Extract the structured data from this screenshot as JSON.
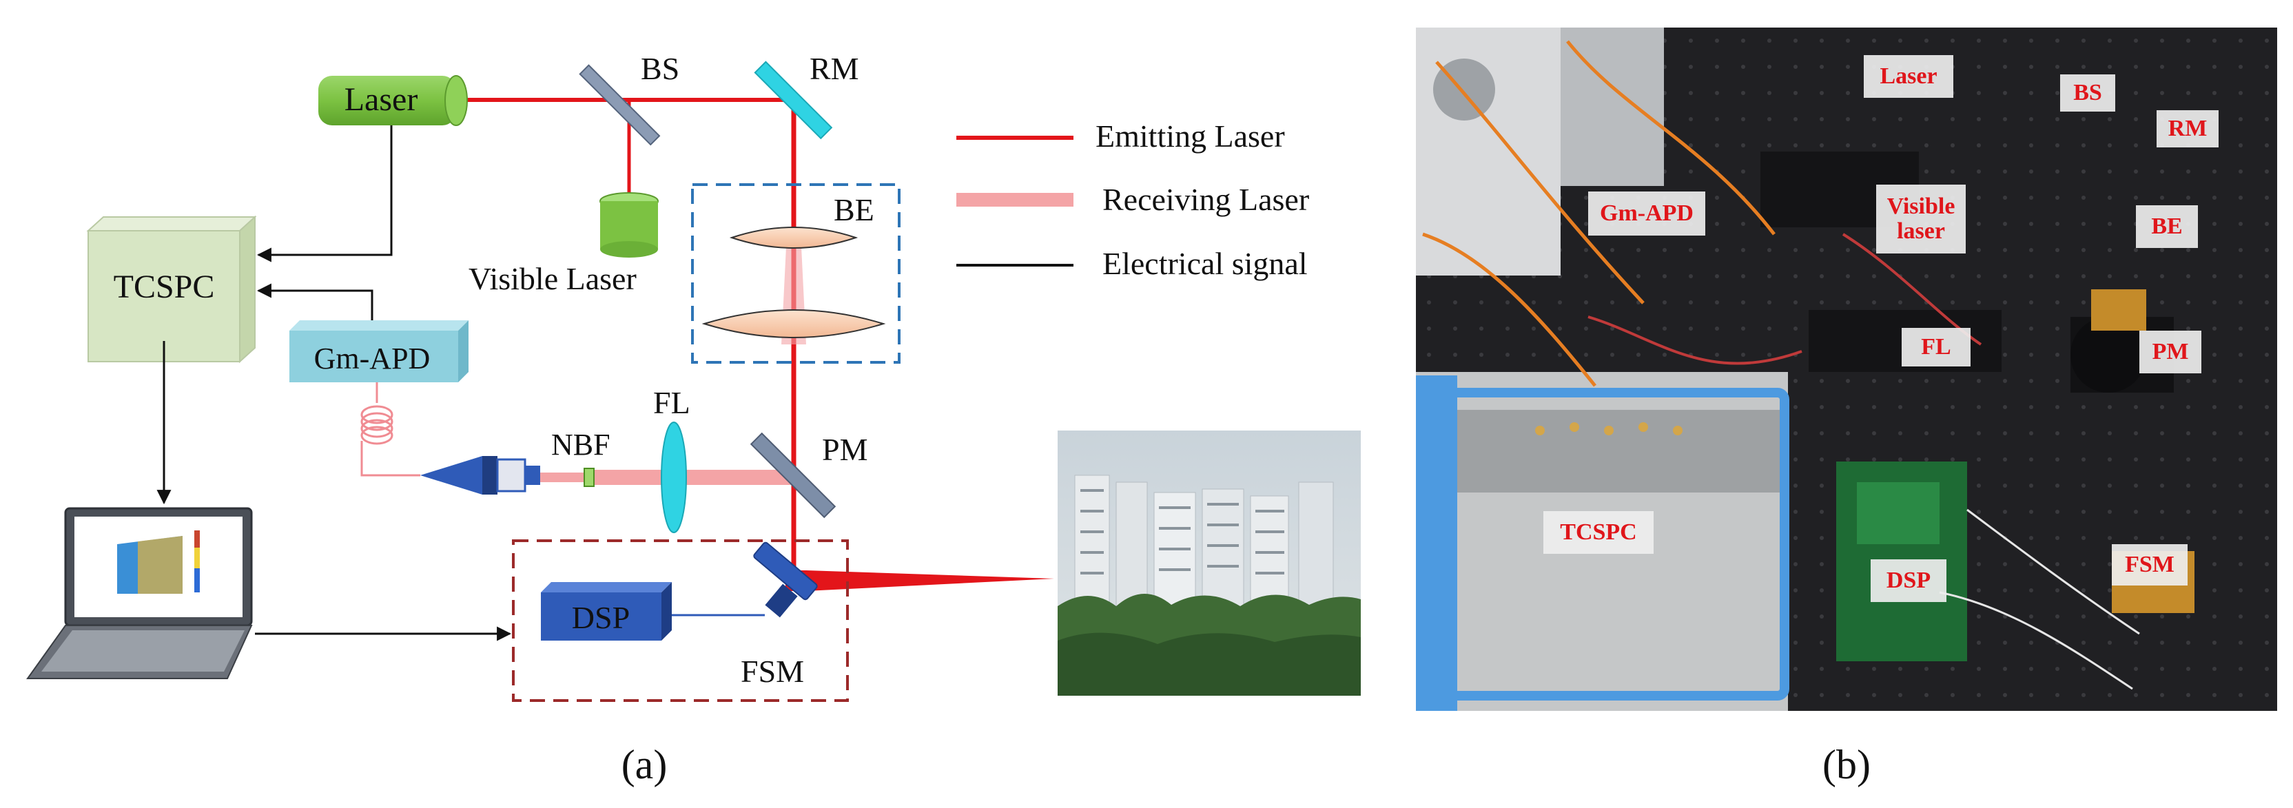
{
  "panel_a": {
    "caption": "(a)",
    "components": {
      "laser": "Laser",
      "bs": "BS",
      "rm": "RM",
      "visible_laser": "Visible Laser",
      "be": "BE",
      "tcspc": "TCSPC",
      "gm_apd": "Gm-APD",
      "nbf": "NBF",
      "fl": "FL",
      "pm": "PM",
      "dsp": "DSP",
      "fsm": "FSM"
    },
    "legend": [
      {
        "label": "Emitting Laser",
        "color": "#e3151a"
      },
      {
        "label": "Receiving Laser",
        "color": "#f4a4a6"
      },
      {
        "label": "Electrical  signal",
        "color": "#111111"
      }
    ]
  },
  "panel_b": {
    "caption": "(b)",
    "tags": {
      "laser": "Laser",
      "bs": "BS",
      "rm": "RM",
      "gm_apd": "Gm-APD",
      "visible_laser": "Visible laser",
      "be": "BE",
      "fl": "FL",
      "pm": "PM",
      "tcspc": "TCSPC",
      "dsp": "DSP",
      "fsm": "FSM"
    }
  },
  "colors": {
    "laser_body": "#7cc242",
    "tcspc_box": "#d7e6c4",
    "gm_apd_box": "#8ed0de",
    "dsp_box": "#2f5bb8",
    "mirror": "#7d8ea8",
    "mirror_cyan": "#2fd3e3",
    "be_box": "#2e75b6",
    "fsm_box": "#9c2a2a",
    "tag_text": "#e0161b"
  }
}
